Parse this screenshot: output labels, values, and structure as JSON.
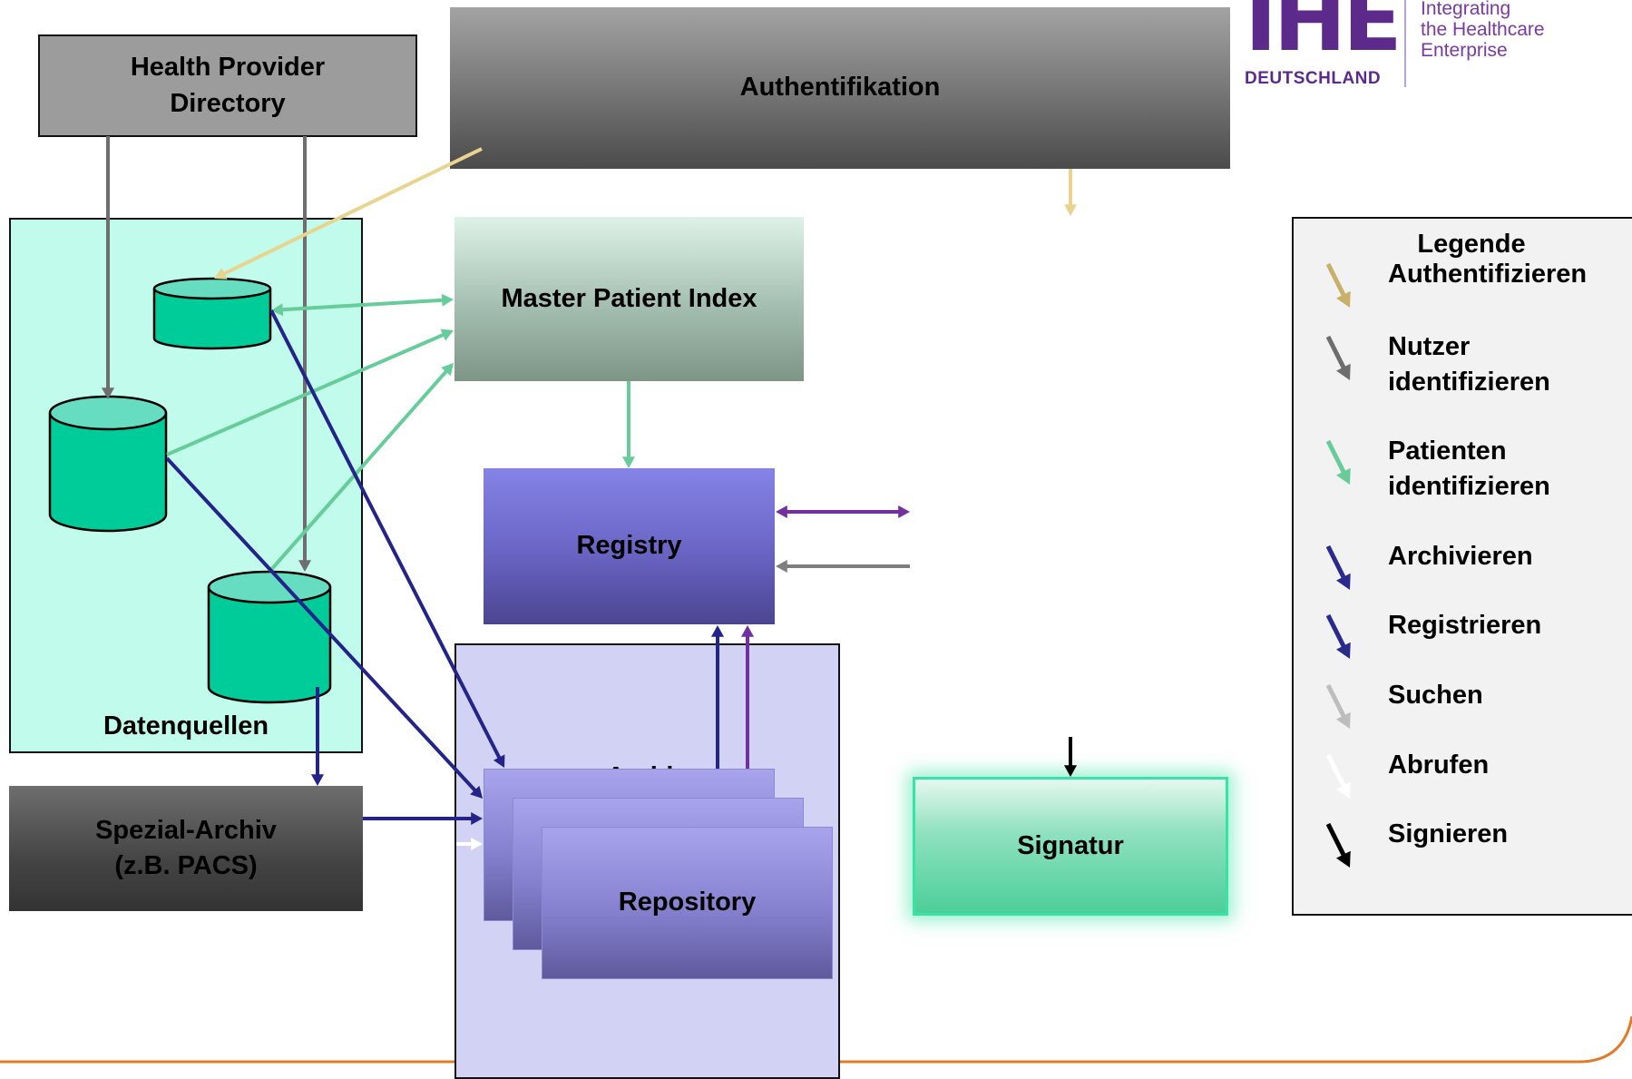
{
  "nodes": {
    "health_provider_directory": "Health Provider\nDirectory",
    "authentifikation": "Authentifikation",
    "master_patient_index": "Master Patient Index",
    "registry": "Registry",
    "datenquellen": "Datenquellen",
    "archiv": "Archiv",
    "repository": "Repository",
    "spezial_archiv": "Spezial-Archiv\n(z.B. PACS)",
    "signatur": "Signatur"
  },
  "logo": {
    "mark": "IHE",
    "country": "DEUTSCHLAND",
    "tagline": "Integrating\nthe Healthcare\nEnterprise",
    "color": "#5b2a8a"
  },
  "legend": {
    "title": "Legende",
    "items": [
      {
        "label": "Authentifizieren",
        "color": "#c8b06a",
        "icon": "arrow-icon"
      },
      {
        "label": "Nutzer\nidentifizieren",
        "color": "#6e6e6e",
        "icon": "arrow-icon"
      },
      {
        "label": "Patienten\nidentifizieren",
        "color": "#66cc99",
        "icon": "arrow-icon"
      },
      {
        "label": "Archivieren",
        "color": "#2a2a8c",
        "icon": "arrow-icon"
      },
      {
        "label": "Registrieren",
        "color": "#2a2a8c",
        "icon": "arrow-icon"
      },
      {
        "label": "Suchen",
        "color": "#bdbdbd",
        "icon": "arrow-icon"
      },
      {
        "label": "Abrufen",
        "color": "#ffffff",
        "icon": "arrow-icon"
      },
      {
        "label": "Signieren",
        "color": "#000000",
        "icon": "arrow-icon"
      }
    ]
  },
  "colors": {
    "authentifizieren": "#e8d48e",
    "nutzer": "#6e6e6e",
    "patienten": "#66cc99",
    "archivieren": "#23238a",
    "registrieren_purple": "#7030a0",
    "suchen": "#7f7f7f",
    "abrufen": "#ffffff",
    "signieren": "#000000",
    "footer_line": "#e07b2a"
  }
}
